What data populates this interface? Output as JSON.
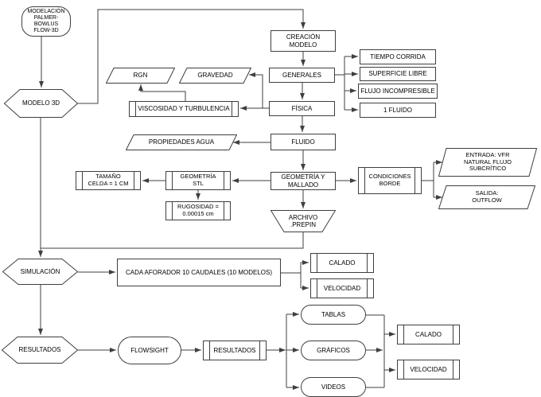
{
  "diagram": {
    "title_node": "MODELACIÓN PALMER-BOWLUS FLOW-3D",
    "colors": {
      "stroke": "#3f3f3f",
      "fill": "#ffffff",
      "text": "#000000",
      "background": "#ffffff"
    },
    "nodes": {
      "inicio": {
        "label": "MODELACIÓN\nPALMER-BOWLUS\nFLOW-3D",
        "shape": "terminator"
      },
      "modelo_3d": {
        "label": "MODELO 3D",
        "shape": "hexagon"
      },
      "rgn": {
        "label": "RGN",
        "shape": "parallelogram"
      },
      "gravedad": {
        "label": "GRAVEDAD",
        "shape": "parallelogram"
      },
      "viscosidad_turbulencia": {
        "label": "VISCOSIDAD Y TURBULENCIA",
        "shape": "predefined-process"
      },
      "creacion_modelo": {
        "label": "CREACIÓN MODELO",
        "shape": "process"
      },
      "generales": {
        "label": "GENERALES",
        "shape": "process"
      },
      "fisica": {
        "label": "FÍSICA",
        "shape": "process"
      },
      "tiempo_corrida": {
        "label": "TIEMPO CORRIDA",
        "shape": "process"
      },
      "superficie_libre": {
        "label": "SUPERFICIE LIBRE",
        "shape": "process"
      },
      "flujo_incompresible": {
        "label": "FLUJO INCOMPRESIBLE",
        "shape": "process"
      },
      "un_fluido": {
        "label": "1 FLUIDO",
        "shape": "process"
      },
      "propiedades_agua": {
        "label": "PROPIEDADES AGUA",
        "shape": "parallelogram"
      },
      "fluido": {
        "label": "FLUIDO",
        "shape": "process"
      },
      "tamano_celda": {
        "label": "TAMAÑO\nCELDA = 1 CM",
        "shape": "predefined-process"
      },
      "geometria_stl": {
        "label": "GEOMETRÍA\nSTL",
        "shape": "predefined-process"
      },
      "rugosidad": {
        "label": "RUGOSIDAD =\n0.00015 cm",
        "shape": "predefined-process"
      },
      "geometria_mallado": {
        "label": "GEOMETRÍA Y\nMALLADO",
        "shape": "process"
      },
      "condiciones_borde": {
        "label": "CONDICIONES\nBORDE",
        "shape": "predefined-process"
      },
      "entrada": {
        "label": "ENTRADA: VFR\nNATURAL FLUJO\nSUBCRÍTICO",
        "shape": "parallelogram"
      },
      "salida": {
        "label": "SALIDA:\nOUTFLOW",
        "shape": "parallelogram"
      },
      "archivo_prepin": {
        "label": "ARCHIVO\n.PREPIN",
        "shape": "trapezoid"
      },
      "simulacion": {
        "label": "SIMULACIÓN",
        "shape": "hexagon"
      },
      "cada_aforador": {
        "label": "CADA AFORADOR 10 CAUDALES (10 MODELOS)",
        "shape": "process"
      },
      "calado_sim": {
        "label": "CALADO",
        "shape": "predefined-process"
      },
      "velocidad_sim": {
        "label": "VELOCIDAD",
        "shape": "predefined-process"
      },
      "resultados_hex": {
        "label": "RESULTADOS",
        "shape": "hexagon"
      },
      "flowsight": {
        "label": "FLOWSIGHT",
        "shape": "terminator"
      },
      "resultados_proc": {
        "label": "RESULTADOS",
        "shape": "predefined-process"
      },
      "tablas": {
        "label": "TABLAS",
        "shape": "terminator"
      },
      "graficos": {
        "label": "GRÁFICOS",
        "shape": "terminator"
      },
      "videos": {
        "label": "VIDEOS",
        "shape": "terminator"
      },
      "calado_res": {
        "label": "CALADO",
        "shape": "predefined-process"
      },
      "velocidad_res": {
        "label": "VELOCIDAD",
        "shape": "predefined-process"
      }
    }
  }
}
